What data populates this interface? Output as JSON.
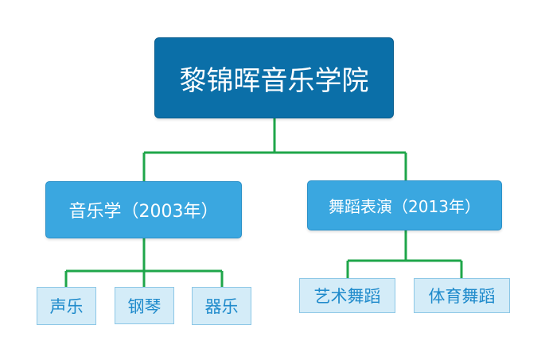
{
  "diagram": {
    "root": {
      "label": "黎锦晖音乐学院"
    },
    "branches": [
      {
        "label": "音乐学（2003年）",
        "children": [
          "声乐",
          "钢琴",
          "器乐"
        ]
      },
      {
        "label": "舞蹈表演（2013年）",
        "children": [
          "艺术舞蹈",
          "体育舞蹈"
        ]
      }
    ]
  },
  "colors": {
    "root_fill": "#0b6fa8",
    "branch_fill": "#3aa7e0",
    "leaf_fill": "#d4ecf8",
    "leaf_text": "#1e8acb",
    "connector": "#1fa64a"
  }
}
